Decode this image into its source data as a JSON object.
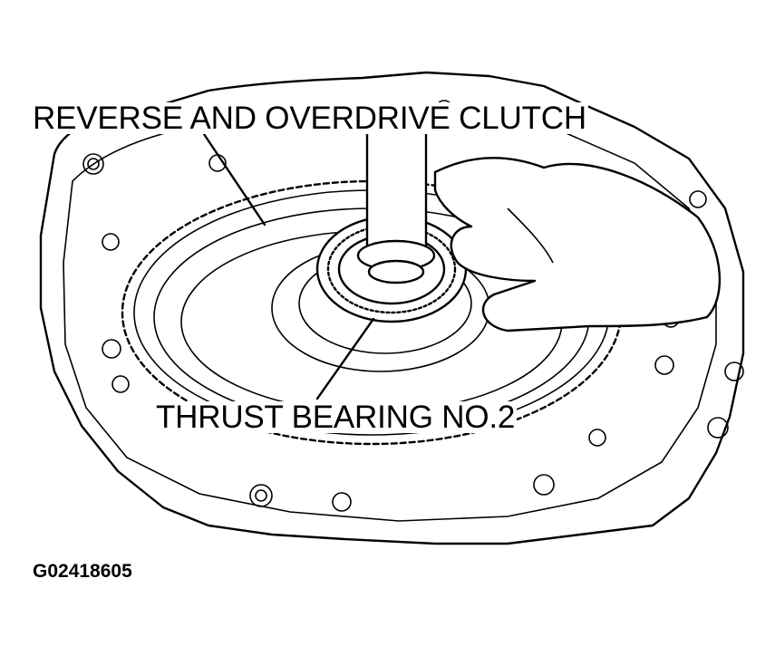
{
  "figure": {
    "labels": {
      "clutch": "REVERSE AND OVERDRIVE CLUTCH",
      "bearing": "THRUST BEARING NO.2"
    },
    "figure_id": "G02418605"
  }
}
